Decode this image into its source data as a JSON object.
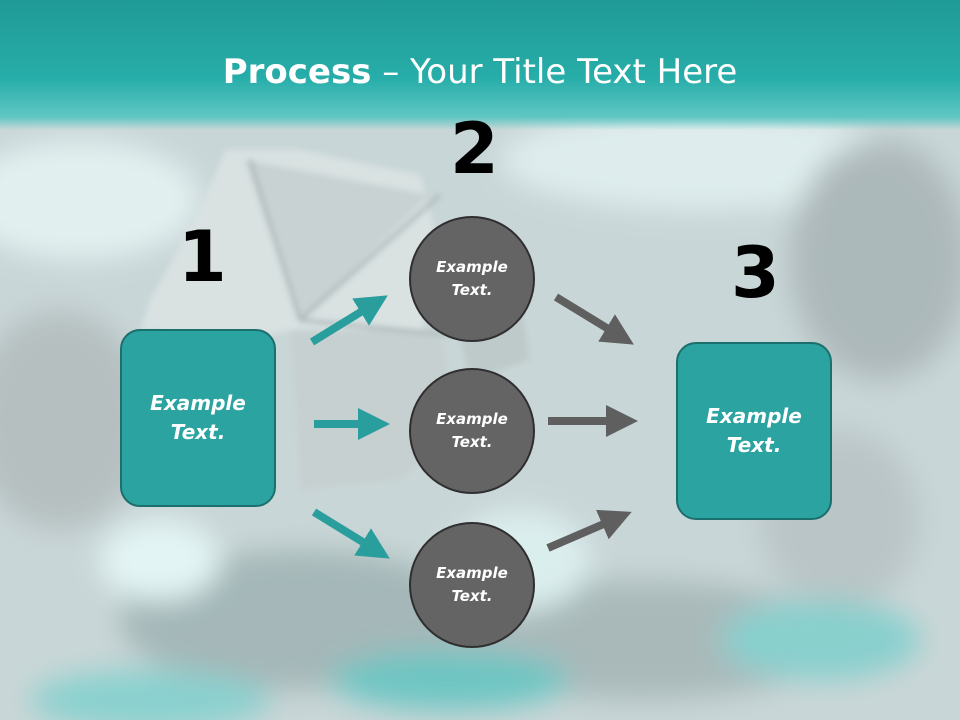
{
  "header": {
    "title_strong": "Process",
    "title_rest": " – Your Title Text Here"
  },
  "numbers": {
    "one": "1",
    "two": "2",
    "three": "3"
  },
  "nodes": {
    "left": "Example Text.",
    "top": "Example Text.",
    "middle": "Example Text.",
    "bottom": "Example Text.",
    "right": "Example Text."
  },
  "colors": {
    "teal": "#2aa3a1",
    "header": "#1f9a96",
    "circle": "#646464",
    "arrow_teal": "#2a9e9c",
    "arrow_gray": "#5f5f5f"
  }
}
